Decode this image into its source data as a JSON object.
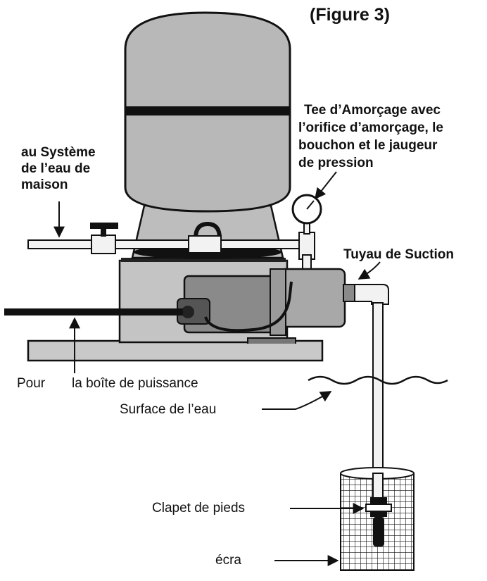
{
  "figure": {
    "title": "(Figure 3)"
  },
  "labels": {
    "house_line1": "au Système",
    "house_line2": "de l’eau de",
    "house_line3": "maison",
    "tee_line1": "Tee d’Amorçage avec",
    "tee_line2": "l’orifice d’amorçage, le",
    "tee_line3": "bouchon et le jaugeur",
    "tee_line4": "de pression",
    "suction": "Tuyau de Suction",
    "power_a": "Pour",
    "power_b": "la boîte de puissance",
    "surface": "Surface de l’eau",
    "foot_valve": "Clapet de pieds",
    "screen": "écra"
  },
  "colors": {
    "ink": "#111111",
    "tank": "#b8b8b8",
    "body": "#c4c4c4",
    "motor": "#8a8a8a",
    "pipe": "#f2f2f2"
  }
}
